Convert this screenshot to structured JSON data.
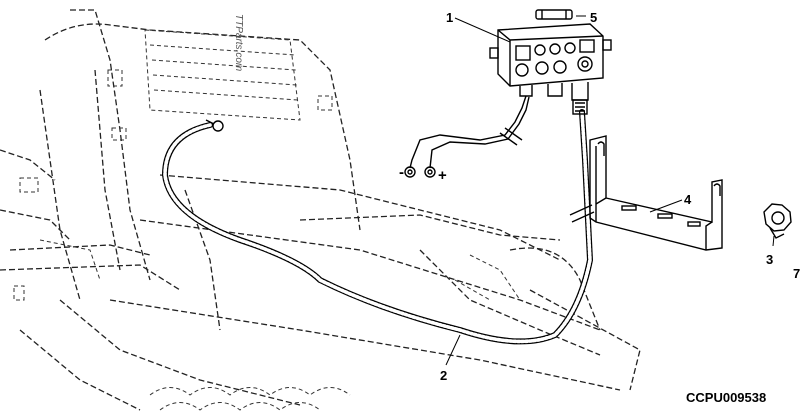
{
  "callouts": {
    "c1": "1",
    "c2": "2",
    "c3": "3",
    "c4": "4",
    "c5": "5"
  },
  "polarity": {
    "negative": "-",
    "positive": "+"
  },
  "watermark": "TTParts.com",
  "figure_code": "CCPU009538",
  "partial_mark": "7"
}
